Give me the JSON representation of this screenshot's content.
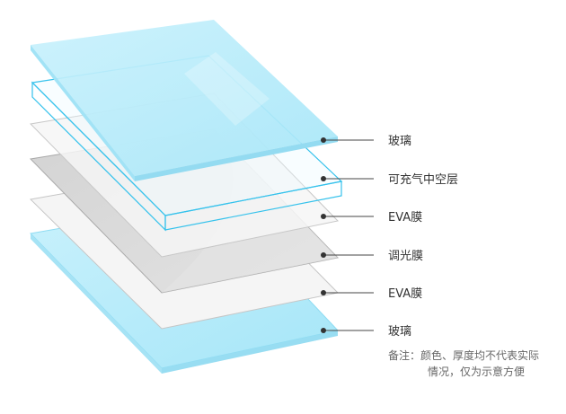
{
  "layers": [
    {
      "id": "glass-top",
      "label": "玻璃"
    },
    {
      "id": "air-gap",
      "label": "可充气中空层"
    },
    {
      "id": "eva-top",
      "label": "EVA膜"
    },
    {
      "id": "dimming-film",
      "label": "调光膜"
    },
    {
      "id": "eva-bottom",
      "label": "EVA膜"
    },
    {
      "id": "glass-bottom",
      "label": "玻璃"
    }
  ],
  "note": {
    "line1": "备注：颜色、厚度均不代表实际",
    "line2": "情况，仅为示意方便"
  },
  "colors": {
    "glass": "#b7ecfb",
    "glass_edge": "#7fd6f2",
    "air_gap_outline": "#3bc4ec",
    "eva": "#f4f4f4",
    "eva_outline": "#c9c9c9",
    "dimming": "#dcdcdc",
    "text": "#333333"
  }
}
